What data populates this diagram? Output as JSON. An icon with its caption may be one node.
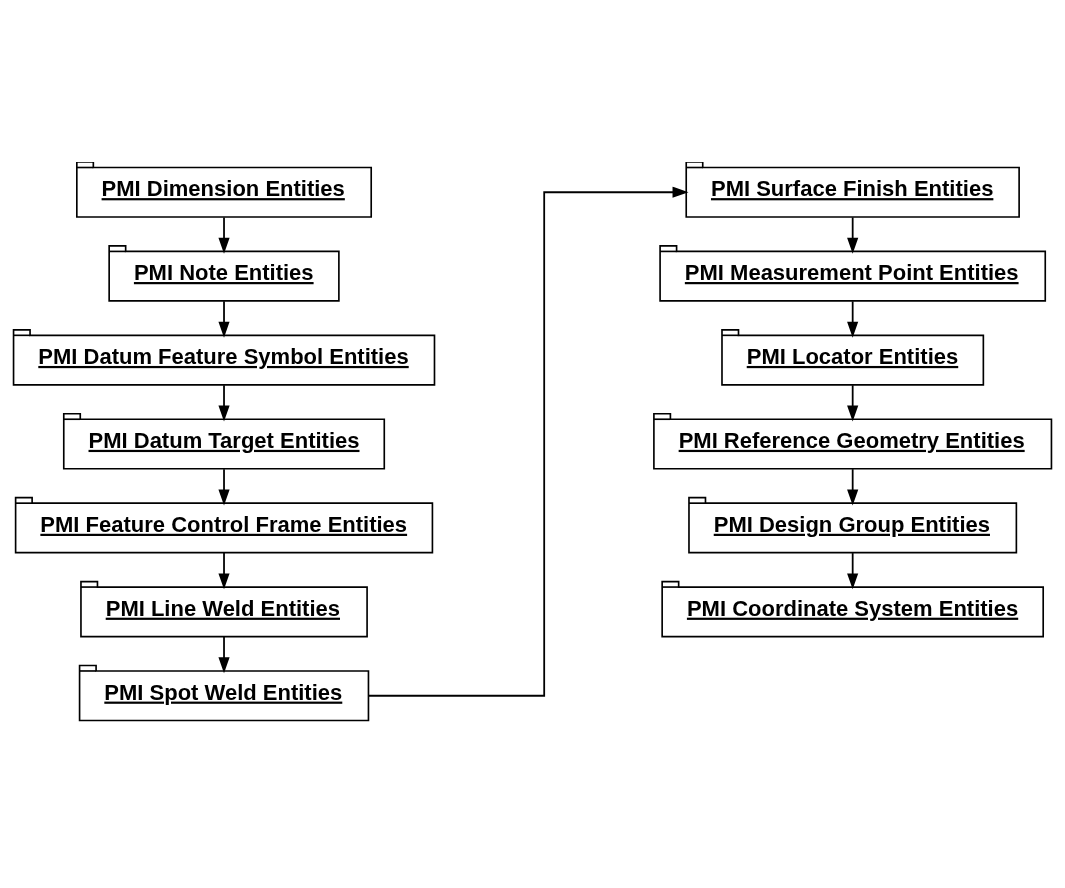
{
  "diagram": {
    "nodes": [
      {
        "text": [
          "PMI Dimension Entities"
        ]
      },
      {
        "text": [
          "PMI Note Entities"
        ]
      },
      {
        "text": [
          "PMI Datum Feature Symbol Entities"
        ]
      },
      {
        "text": [
          "PMI Datum Target Entities"
        ]
      },
      {
        "text": [
          "PMI Feature Control Frame Entities"
        ]
      },
      {
        "text": [
          "PMI Line Weld Entities"
        ]
      },
      {
        "text": [
          "PMI Spot Weld Entities"
        ]
      },
      {
        "text": [
          "PMI Surface Finish Entities"
        ]
      },
      {
        "text": [
          "PMI Measurement Point Entities"
        ]
      },
      {
        "text": [
          "PMI Locator Entities"
        ]
      },
      {
        "text": [
          "PMI Reference Geometry Entities"
        ]
      },
      {
        "text": [
          "PMI Design Group Entities"
        ]
      },
      {
        "text": [
          "PMI Coordinate System Entities"
        ]
      }
    ],
    "edges": [
      {
        "from": 0,
        "to": 1,
        "arrow": "to"
      },
      {
        "from": 1,
        "to": 2,
        "arrow": "to"
      },
      {
        "from": 2,
        "to": 3,
        "arrow": "to"
      },
      {
        "from": 3,
        "to": 4,
        "arrow": "to"
      },
      {
        "from": 4,
        "to": 5,
        "arrow": "to"
      },
      {
        "from": 5,
        "to": 6,
        "arrow": "to"
      },
      {
        "from": 6,
        "to": 7,
        "arrow": "to"
      },
      {
        "from": 7,
        "to": 8,
        "arrow": "to"
      },
      {
        "from": 8,
        "to": 9,
        "arrow": "to"
      },
      {
        "from": 9,
        "to": 10,
        "arrow": "to"
      },
      {
        "from": 10,
        "to": 11,
        "arrow": "to"
      },
      {
        "from": 11,
        "to": 12,
        "arrow": "to"
      }
    ]
  }
}
